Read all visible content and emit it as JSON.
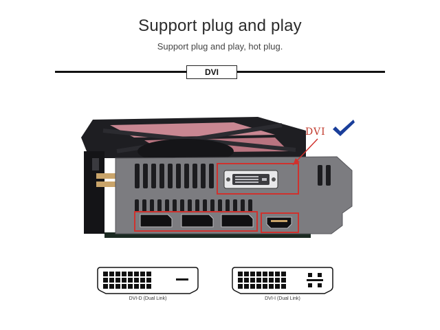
{
  "header": {
    "title": "Support plug and play",
    "subtitle": "Support plug and play, hot plug."
  },
  "section": {
    "badge": "DVI"
  },
  "photo": {
    "annotation": "DVI",
    "check_color": "#1a3e9a",
    "highlight_color": "#d0312d",
    "icons": [
      "graphics-card-icon",
      "checkmark-icon"
    ]
  },
  "connectors": [
    {
      "caption": "DVI-D (Dual Link)",
      "icon": "dvi-d-connector-icon"
    },
    {
      "caption": "DVI-I (Dual Link)",
      "icon": "dvi-i-connector-icon"
    }
  ]
}
